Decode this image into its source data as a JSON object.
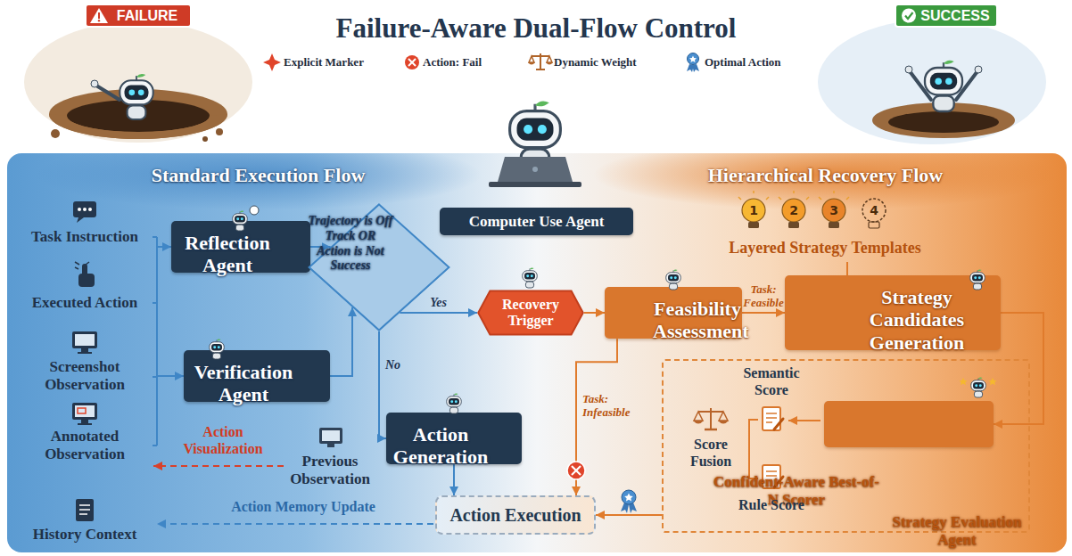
{
  "diagram": {
    "title": "Failure-Aware Dual-Flow Control",
    "nodes": [
      {
        "text": [
          "FAILURE"
        ]
      },
      {
        "text": [
          "SUCCESS"
        ]
      },
      {
        "text": [
          "Standard Execution Flow"
        ]
      },
      {
        "text": [
          "Hierarchical Recovery Flow"
        ]
      },
      {
        "text": [
          "Computer Use Agent"
        ]
      },
      {
        "text": [
          "Reflection Agent"
        ],
        "in": 2
      },
      {
        "text": [
          "Verification Agent"
        ],
        "in": 2
      },
      {
        "text": [
          "Trajectory is Off Track OR Action is Not Success"
        ],
        "in": 2
      },
      {
        "text": [
          "Action Generation"
        ],
        "in": 2
      },
      {
        "text": [
          "Recovery Trigger"
        ]
      },
      {
        "text": [
          "Feasibility Assessment"
        ],
        "in": 3
      },
      {
        "text": [
          "Strategy Candidates Generation"
        ],
        "in": 3
      },
      {
        "text": [
          "Confident-Aware Best-of-N Scorer"
        ],
        "in": 3
      },
      {
        "text": [
          "Strategy Evaluation Agent"
        ],
        "in": 12
      },
      {
        "text": [
          "Action Execution"
        ]
      }
    ],
    "edges": [
      {
        "from": 5,
        "to": 7,
        "arrow": "to"
      },
      {
        "from": 6,
        "to": 7,
        "arrow": "to"
      },
      {
        "from": 7,
        "to": 9,
        "arrow": "to",
        "label": "Yes"
      },
      {
        "from": 7,
        "to": 8,
        "arrow": "to",
        "label": "No"
      },
      {
        "from": 8,
        "to": 14,
        "arrow": "to"
      },
      {
        "from": 9,
        "to": 10,
        "arrow": "to"
      },
      {
        "from": 10,
        "to": 11,
        "arrow": "to",
        "label": "Task: Feasible"
      },
      {
        "from": 10,
        "to": 14,
        "arrow": "to",
        "label": "Task: Infeasible"
      },
      {
        "from": 11,
        "to": 13,
        "arrow": "to"
      },
      {
        "from": 12,
        "to": 14,
        "arrow": "to"
      }
    ],
    "labels": [
      "Task Instruction",
      "Executed Action",
      "Screenshot Observation",
      "Annotated Observation",
      "History Context",
      "Previous Observation",
      "Action Visualization",
      "Action Memory Update",
      "1",
      "2",
      "3",
      "4",
      "Layered Strategy Templates",
      "Semantic Score",
      "Score Fusion",
      "Rule Score"
    ],
    "legend": [
      {
        "text": "Explicit Marker"
      },
      {
        "text": "Action: Fail"
      },
      {
        "text": "Dynamic Weight"
      },
      {
        "text": "Optimal Action"
      }
    ]
  }
}
